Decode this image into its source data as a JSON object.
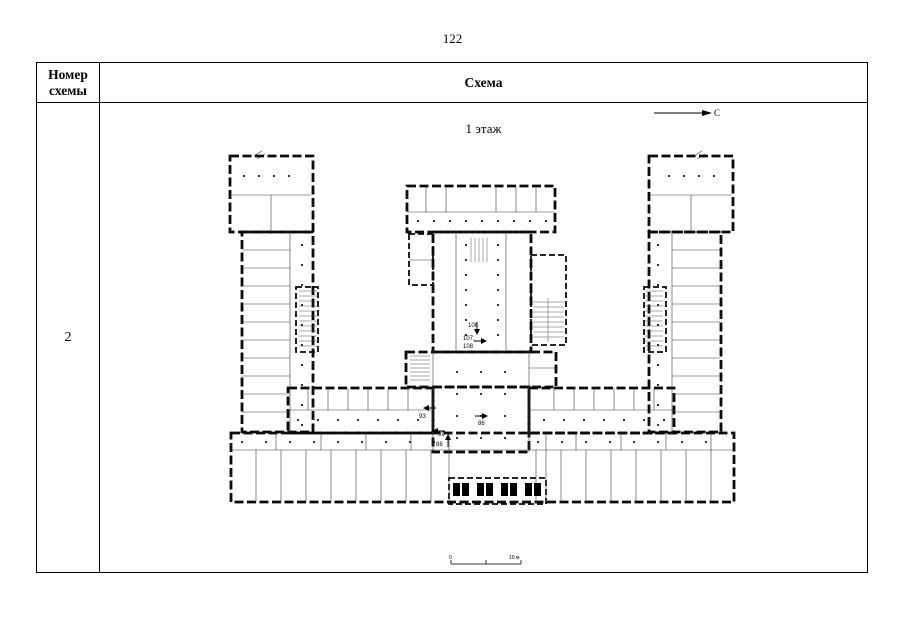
{
  "page": {
    "number": "122"
  },
  "table": {
    "col1_header": "Номер схемы",
    "col2_header": "Схема",
    "row": {
      "scheme_number": "2"
    }
  },
  "scheme": {
    "floor_title": "1 этаж",
    "north_label": "С",
    "room_labels": [
      "106",
      "107,",
      "108",
      "93",
      "99",
      "86",
      "88"
    ],
    "scale": {
      "left": "0",
      "right": "10 м"
    }
  },
  "colors": {
    "ink": "#000000",
    "paper": "#ffffff"
  }
}
